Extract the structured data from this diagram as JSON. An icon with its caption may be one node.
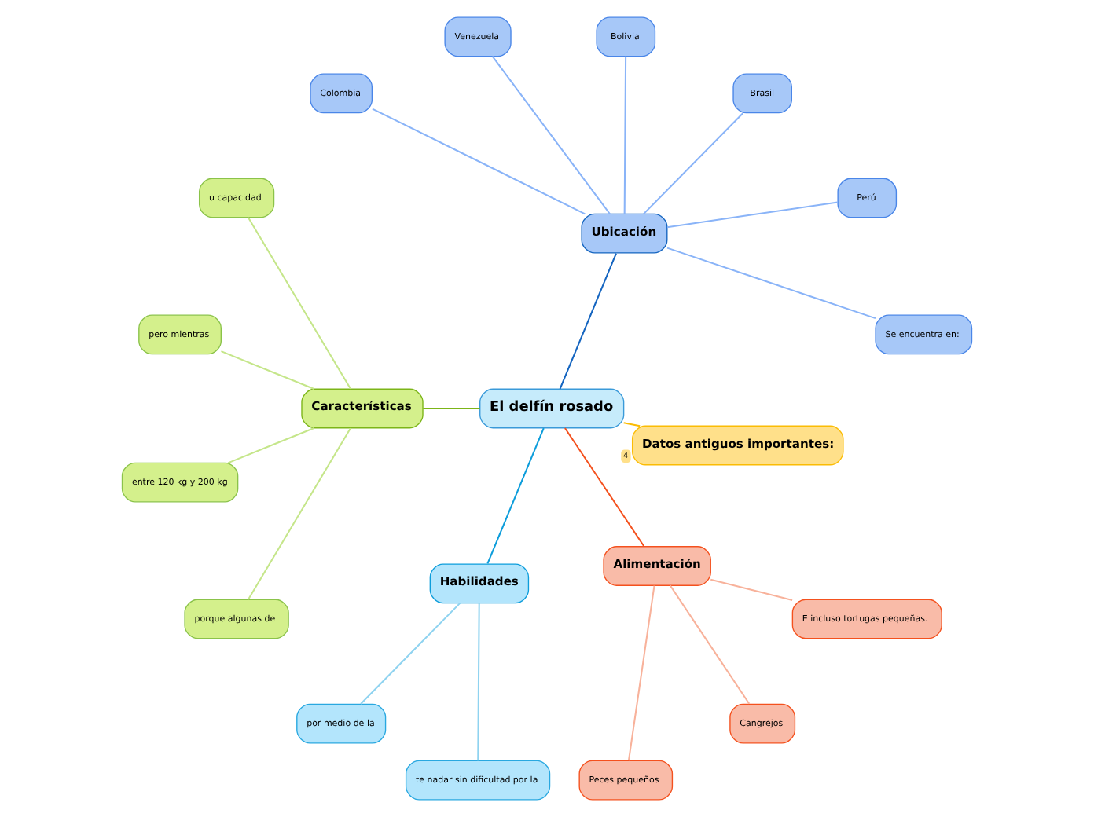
{
  "diagram": {
    "nodes": [
      {
        "text": [
          "El delfín rosado"
        ]
      },
      {
        "text": [
          "Ubicación"
        ]
      },
      {
        "text": [
          "Se encuentra en:"
        ]
      },
      {
        "text": [
          "Perú"
        ]
      },
      {
        "text": [
          "Brasil"
        ]
      },
      {
        "text": [
          "Bolivia"
        ]
      },
      {
        "text": [
          "Venezuela"
        ]
      },
      {
        "text": [
          "Colombia"
        ]
      },
      {
        "text": [
          "Características"
        ]
      },
      {
        "text": [
          "u capacidad"
        ]
      },
      {
        "text": [
          "pero mientras"
        ]
      },
      {
        "text": [
          "entre 120 kg y 200 kg"
        ]
      },
      {
        "text": [
          "porque algunas de"
        ]
      },
      {
        "text": [
          "Habilidades"
        ]
      },
      {
        "text": [
          "por medio de la"
        ]
      },
      {
        "text": [
          "te nadar sin dificultad por la"
        ]
      },
      {
        "text": [
          "Alimentación"
        ]
      },
      {
        "text": [
          "Peces pequeños"
        ]
      },
      {
        "text": [
          "Cangrejos"
        ]
      },
      {
        "text": [
          "E incluso tortugas pequeñas."
        ]
      },
      {
        "text": [
          "Datos antiguos importantes:"
        ],
        "beside": [
          "4"
        ]
      }
    ],
    "edges": [
      {
        "from": 0,
        "to": 1,
        "arrow": "none",
        "color": "#1565c0"
      },
      {
        "from": 1,
        "to": 2,
        "arrow": "none",
        "color": "#8ab4f8"
      },
      {
        "from": 1,
        "to": 3,
        "arrow": "none",
        "color": "#8ab4f8"
      },
      {
        "from": 1,
        "to": 4,
        "arrow": "none",
        "color": "#8ab4f8"
      },
      {
        "from": 1,
        "to": 5,
        "arrow": "none",
        "color": "#8ab4f8"
      },
      {
        "from": 1,
        "to": 6,
        "arrow": "none",
        "color": "#8ab4f8"
      },
      {
        "from": 1,
        "to": 7,
        "arrow": "none",
        "color": "#8ab4f8"
      },
      {
        "from": 0,
        "to": 8,
        "arrow": "none",
        "color": "#7cb518"
      },
      {
        "from": 8,
        "to": 9,
        "arrow": "none",
        "color": "#c5e68a"
      },
      {
        "from": 8,
        "to": 10,
        "arrow": "none",
        "color": "#c5e68a"
      },
      {
        "from": 8,
        "to": 11,
        "arrow": "none",
        "color": "#c5e68a"
      },
      {
        "from": 8,
        "to": 12,
        "arrow": "none",
        "color": "#c5e68a"
      },
      {
        "from": 0,
        "to": 13,
        "arrow": "none",
        "color": "#0d9ddb"
      },
      {
        "from": 13,
        "to": 14,
        "arrow": "none",
        "color": "#8fd3f0"
      },
      {
        "from": 13,
        "to": 15,
        "arrow": "none",
        "color": "#8fd3f0"
      },
      {
        "from": 0,
        "to": 16,
        "arrow": "none",
        "color": "#f4511e"
      },
      {
        "from": 16,
        "to": 17,
        "arrow": "none",
        "color": "#f8b29b"
      },
      {
        "from": 16,
        "to": 18,
        "arrow": "none",
        "color": "#f8b29b"
      },
      {
        "from": 16,
        "to": 19,
        "arrow": "none",
        "color": "#f8b29b"
      },
      {
        "from": 0,
        "to": 20,
        "arrow": "none",
        "color": "#fbbc04"
      }
    ]
  }
}
